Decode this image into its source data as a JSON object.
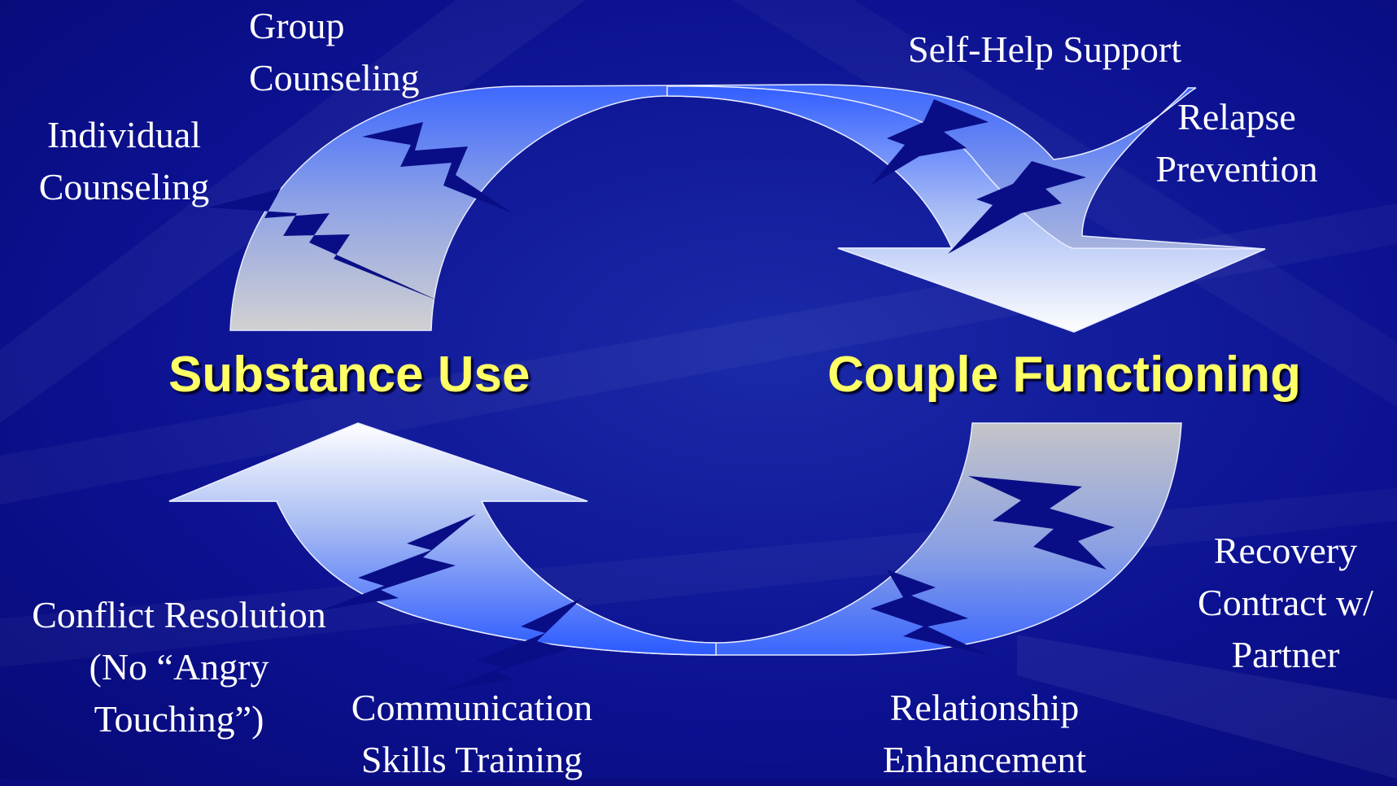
{
  "diagram": {
    "nodes": {
      "substance_use": "Substance Use",
      "couple_functioning": "Couple Functioning"
    },
    "top_arrow_labels": {
      "group_counseling": [
        "Group",
        "Counseling"
      ],
      "individual_counseling": [
        "Individual",
        "Counseling"
      ],
      "self_help_support": [
        "Self-Help Support"
      ],
      "relapse_prevention": [
        "Relapse",
        "Prevention"
      ]
    },
    "bottom_arrow_labels": {
      "conflict_resolution": [
        "Conflict Resolution",
        "(No “Angry",
        "Touching”)"
      ],
      "communication_skills": [
        "Communication",
        "Skills Training"
      ],
      "relationship_enhancement": [
        "Relationship",
        "Enhancement"
      ],
      "recovery_contract": [
        "Recovery",
        "Contract w/",
        "Partner"
      ]
    }
  },
  "colors": {
    "background": "#0a0c7e",
    "title_text": "#ffff66",
    "label_text": "#ffffff",
    "arrow_light": "#f4f6ff",
    "arrow_mid": "#3e6bff",
    "arrow_gray": "#c6c6c6",
    "bolt": "#0a0e86"
  }
}
